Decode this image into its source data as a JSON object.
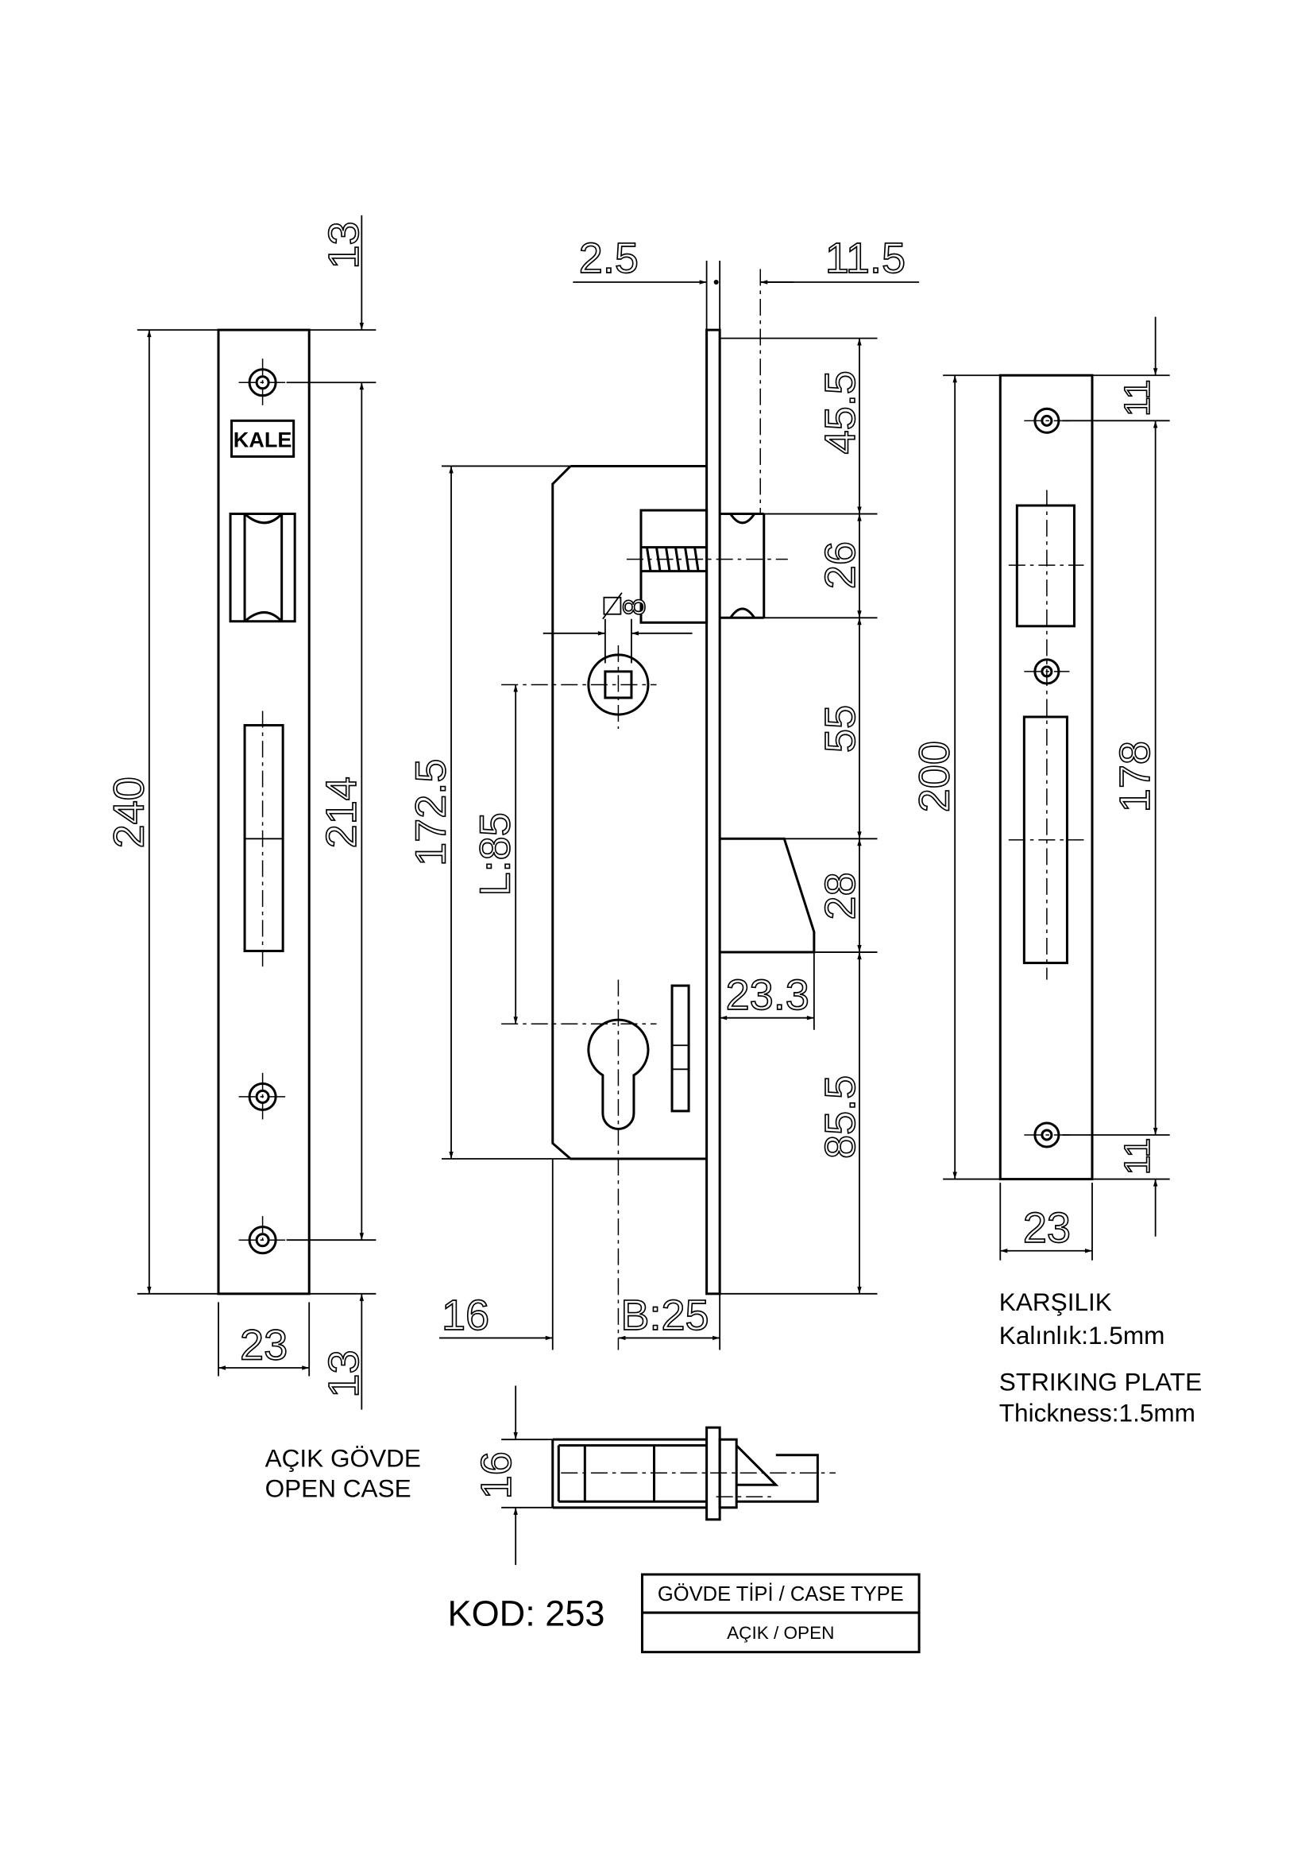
{
  "front_view": {
    "logo": "KALE",
    "dims": {
      "total_height": "240",
      "screw_spacing": "214",
      "top_offset": "13",
      "bottom_offset": "13",
      "width": "23"
    }
  },
  "side_view": {
    "dims": {
      "plate_thickness": "2.5",
      "latch_projection": "11.5",
      "top_to_latch": "45.5",
      "latch_height": "26",
      "latch_to_bolt": "55",
      "bolt_height": "28",
      "bolt_to_bottom": "85.5",
      "body_height": "172.5",
      "center_distance": "L:85",
      "spindle": "8",
      "bolt_throw": "23.3",
      "case_depth": "16",
      "backset": "B:25"
    }
  },
  "striking_plate": {
    "dims": {
      "height": "200",
      "screw_spacing": "178",
      "top_offset": "11",
      "bottom_offset": "11",
      "width": "23"
    },
    "label_tr": "KARŞILIK",
    "thickness_tr": "Kalınlık:1.5mm",
    "label_en": "STRIKING PLATE",
    "thickness_en": "Thickness:1.5mm"
  },
  "open_case": {
    "label_tr": "AÇIK GÖVDE",
    "label_en": "OPEN CASE",
    "dim": "16"
  },
  "code": "KOD: 253",
  "case_table": {
    "header": "GÖVDE TİPİ / CASE TYPE",
    "value": "AÇIK / OPEN"
  }
}
